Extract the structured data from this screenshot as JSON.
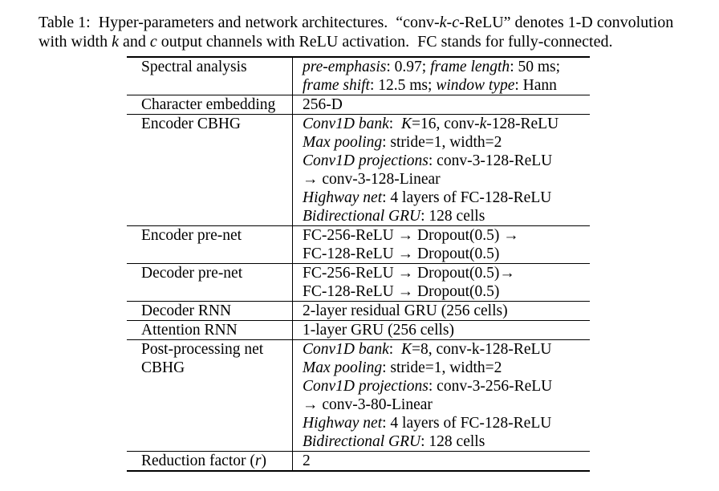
{
  "page": {
    "background": "#ffffff",
    "text_color": "#000000"
  },
  "caption": {
    "lines": [
      [
        {
          "t": "Table 1: Hyper-parameters and network architectures. “conv-"
        },
        {
          "t": "k",
          "i": true
        },
        {
          "t": "-"
        },
        {
          "t": "c",
          "i": true
        },
        {
          "t": "-ReLU” denotes 1-D convolution"
        }
      ],
      [
        {
          "t": "with width "
        },
        {
          "t": "k",
          "i": true
        },
        {
          "t": " and "
        },
        {
          "t": "c",
          "i": true
        },
        {
          "t": " output channels with ReLU activation. FC stands for fully-connected."
        }
      ]
    ]
  },
  "table": {
    "rows": [
      {
        "param": [
          [
            {
              "t": "Spectral analysis"
            }
          ]
        ],
        "value": [
          [
            {
              "t": "pre-emphasis",
              "i": true
            },
            {
              "t": ": 0.97; "
            },
            {
              "t": "frame length",
              "i": true
            },
            {
              "t": ": 50 ms;"
            }
          ],
          [
            {
              "t": "frame shift",
              "i": true
            },
            {
              "t": ": 12.5 ms; "
            },
            {
              "t": "window type",
              "i": true
            },
            {
              "t": ": Hann"
            }
          ]
        ]
      },
      {
        "param": [
          [
            {
              "t": "Character embedding"
            }
          ]
        ],
        "value": [
          [
            {
              "t": "256-D"
            }
          ]
        ]
      },
      {
        "param": [
          [
            {
              "t": "Encoder CBHG"
            }
          ]
        ],
        "value": [
          [
            {
              "t": "Conv1D bank",
              "i": true
            },
            {
              "t": ": "
            },
            {
              "t": "K",
              "i": true
            },
            {
              "t": "=16, conv-"
            },
            {
              "t": "k",
              "i": true
            },
            {
              "t": "-128-ReLU"
            }
          ],
          [
            {
              "t": "Max pooling",
              "i": true
            },
            {
              "t": ": stride=1, width=2"
            }
          ],
          [
            {
              "t": "Conv1D projections",
              "i": true
            },
            {
              "t": ": conv-3-128-ReLU"
            }
          ],
          [
            {
              "t": "→ conv-3-128-Linear"
            }
          ],
          [
            {
              "t": "Highway net",
              "i": true
            },
            {
              "t": ": 4 layers of FC-128-ReLU"
            }
          ],
          [
            {
              "t": "Bidirectional GRU",
              "i": true
            },
            {
              "t": ": 128 cells"
            }
          ]
        ]
      },
      {
        "param": [
          [
            {
              "t": "Encoder pre-net"
            }
          ]
        ],
        "value": [
          [
            {
              "t": "FC-256-ReLU → Dropout(0.5) →"
            }
          ],
          [
            {
              "t": "FC-128-ReLU → Dropout(0.5)"
            }
          ]
        ]
      },
      {
        "param": [
          [
            {
              "t": "Decoder pre-net"
            }
          ]
        ],
        "value": [
          [
            {
              "t": "FC-256-ReLU → Dropout(0.5)→"
            }
          ],
          [
            {
              "t": "FC-128-ReLU → Dropout(0.5)"
            }
          ]
        ]
      },
      {
        "param": [
          [
            {
              "t": "Decoder RNN"
            }
          ]
        ],
        "value": [
          [
            {
              "t": "2-layer residual GRU (256 cells)"
            }
          ]
        ]
      },
      {
        "param": [
          [
            {
              "t": "Attention RNN"
            }
          ]
        ],
        "value": [
          [
            {
              "t": "1-layer GRU (256 cells)"
            }
          ]
        ]
      },
      {
        "param": [
          [
            {
              "t": "Post-processing net"
            }
          ],
          [
            {
              "t": "CBHG"
            }
          ]
        ],
        "value": [
          [
            {
              "t": "Conv1D bank",
              "i": true
            },
            {
              "t": ": "
            },
            {
              "t": "K",
              "i": true
            },
            {
              "t": "=8, conv-k-128-ReLU"
            }
          ],
          [
            {
              "t": "Max pooling",
              "i": true
            },
            {
              "t": ": stride=1, width=2"
            }
          ],
          [
            {
              "t": "Conv1D projections",
              "i": true
            },
            {
              "t": ": conv-3-256-ReLU"
            }
          ],
          [
            {
              "t": "→ conv-3-80-Linear"
            }
          ],
          [
            {
              "t": "Highway net",
              "i": true
            },
            {
              "t": ": 4 layers of FC-128-ReLU"
            }
          ],
          [
            {
              "t": "Bidirectional GRU",
              "i": true
            },
            {
              "t": ": 128 cells"
            }
          ]
        ]
      },
      {
        "param": [
          [
            {
              "t": "Reduction factor ("
            },
            {
              "t": "r",
              "i": true
            },
            {
              "t": ")"
            }
          ]
        ],
        "value": [
          [
            {
              "t": "2"
            }
          ]
        ]
      }
    ]
  }
}
